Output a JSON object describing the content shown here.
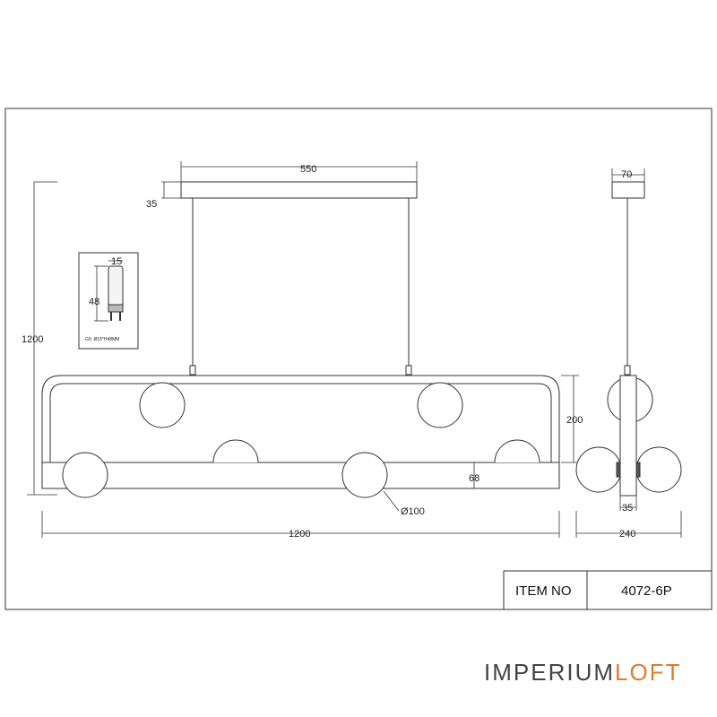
{
  "dimensions": {
    "canopy_width": "550",
    "canopy_height": "35",
    "total_height": "1200",
    "frame_height": "200",
    "lower_bar_height": "68",
    "globe_diameter": "Ø100",
    "total_length": "1200",
    "side_canopy_width": "70",
    "side_bar_width": "35",
    "side_total_width": "240"
  },
  "bulb_inset": {
    "width": "15",
    "height": "48",
    "spec": "G9: Ø15*H48MM"
  },
  "title_block": {
    "label": "ITEM NO",
    "value": "4072-6P"
  },
  "logo": {
    "part1": "IMPERIUM",
    "part2": "LOFT",
    "color1": "#444444",
    "color2": "#e07a2c"
  }
}
